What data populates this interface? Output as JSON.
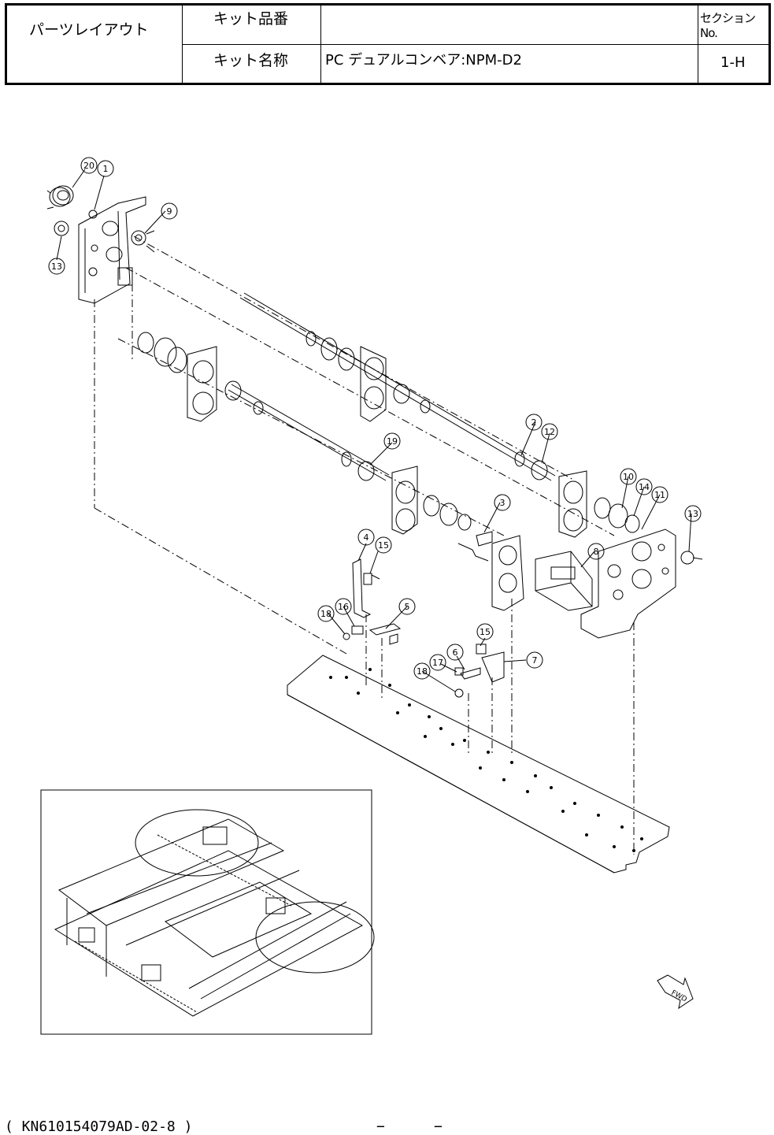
{
  "header": {
    "title": "パーツレイアウト",
    "kit_number_label": "キット品番",
    "kit_number_value": "",
    "kit_name_label": "キット名称",
    "kit_name_value": "PC デュアルコンベア:NPM-D2",
    "section_label": "セクションNo.",
    "section_value": "1-H"
  },
  "callouts": [
    "20",
    "1",
    "9",
    "13",
    "2",
    "12",
    "19",
    "10",
    "14",
    "11",
    "13",
    "3",
    "8",
    "4",
    "15",
    "5",
    "18",
    "16",
    "15",
    "6",
    "17",
    "18",
    "7"
  ],
  "fwd_label": "FWD",
  "footer": {
    "doc_code": "( KN610154079AD-02-8 )",
    "dash_left": "−",
    "dash_right": "−"
  }
}
